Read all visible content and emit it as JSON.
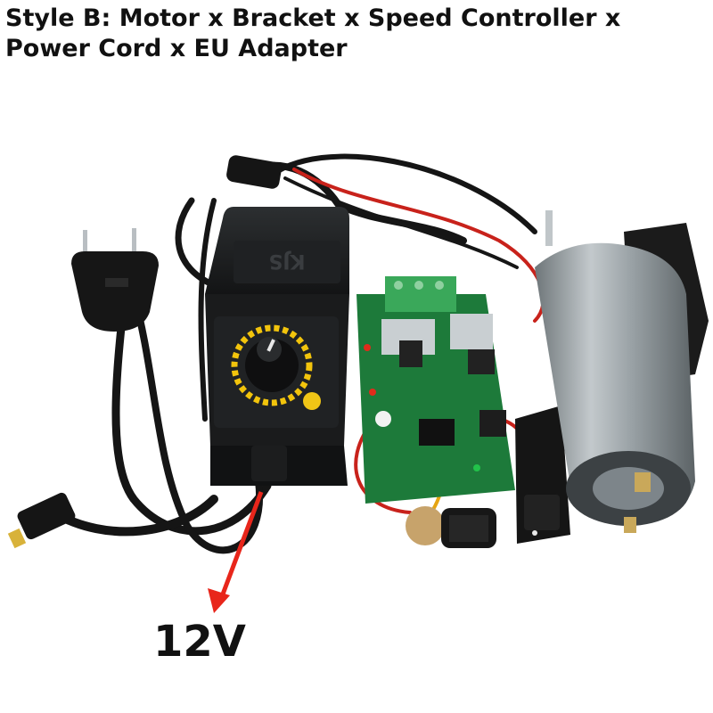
{
  "title": "Style B: Motor x Bracket x Speed Controller x Power Cord x EU Adapter",
  "adapter_brand": "KJS",
  "voltage_label": "12V",
  "colors": {
    "arrow": "#e8261b",
    "board": "#1d7a3a",
    "terminal": "#3aa85a",
    "motor": "#9aa2a6",
    "adapter": "#1c1e20",
    "dial_led": "#f2c40c"
  }
}
